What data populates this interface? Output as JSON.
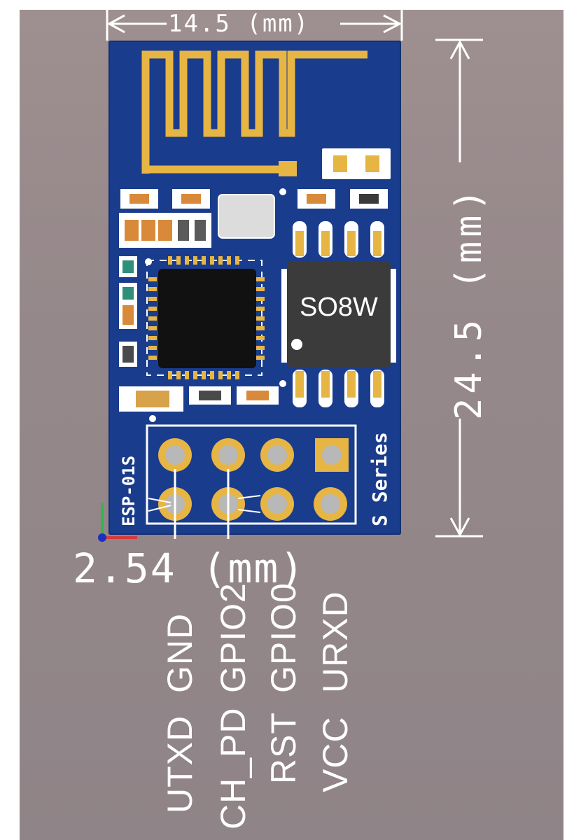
{
  "dimensions": {
    "width_label": "14.5 (mm)",
    "height_label": "24.5 (mm)",
    "pitch_label": "2.54 (mm)"
  },
  "board": {
    "model": "ESP-01S",
    "series": "S Series",
    "chip_label": "SO8W"
  },
  "pins": {
    "top_row": [
      "UTXD",
      "CH_PD",
      "RST",
      "VCC"
    ],
    "bottom_row": [
      "GND",
      "GPIO2",
      "GPIO0",
      "URXD"
    ]
  },
  "colors": {
    "board": "#1a3c8c",
    "copper": "#e7b544",
    "background": "#958a8c"
  }
}
